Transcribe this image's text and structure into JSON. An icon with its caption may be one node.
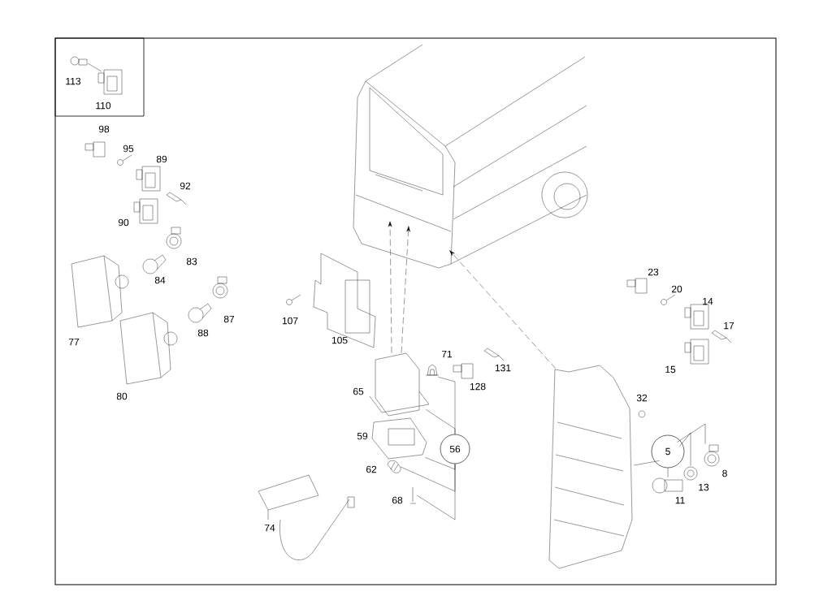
{
  "diagram": {
    "nodes": [
      {
        "text": [],
        "shape": "picture"
      },
      {
        "text": [],
        "shape": "picture"
      },
      {
        "text": [],
        "shape": "picture"
      },
      {
        "text": [
          "5"
        ]
      },
      {
        "text": [
          "56"
        ]
      },
      {
        "text": [],
        "shape": "picture"
      },
      {
        "text": [],
        "shape": "picture"
      },
      {
        "text": [],
        "shape": "picture"
      },
      {
        "text": [],
        "shape": "picture"
      },
      {
        "text": [],
        "shape": "picture"
      },
      {
        "text": [],
        "shape": "picture"
      },
      {
        "text": [],
        "shape": "picture"
      }
    ],
    "edges": [
      {
        "from": 1,
        "to": 0,
        "arrow": "to",
        "style": "dashed"
      },
      {
        "from": 1,
        "to": 0,
        "arrow": "to",
        "style": "dashed"
      },
      {
        "from": 2,
        "to": 0,
        "arrow": "to",
        "style": "dashed"
      },
      {
        "from": 3,
        "to": 2,
        "arrow": "none"
      },
      {
        "from": 3,
        "to": 9,
        "arrow": "none"
      },
      {
        "from": 3,
        "to": 10,
        "arrow": "none"
      },
      {
        "from": 3,
        "to": 11,
        "arrow": "none"
      },
      {
        "from": 4,
        "to": 1,
        "arrow": "none"
      },
      {
        "from": 4,
        "to": 5,
        "arrow": "none"
      },
      {
        "from": 4,
        "to": 6,
        "arrow": "none"
      },
      {
        "from": 4,
        "to": 7,
        "arrow": "none"
      },
      {
        "from": 4,
        "to": 8,
        "arrow": "none"
      }
    ],
    "labels": [
      "113",
      "110",
      "98",
      "95",
      "89",
      "92",
      "90",
      "83",
      "23",
      "84",
      "20",
      "14",
      "87",
      "107",
      "17",
      "77",
      "88",
      "105",
      "71",
      "131",
      "15",
      "128",
      "65",
      "80",
      "32",
      "59",
      "62",
      "8",
      "13",
      "68",
      "11",
      "74"
    ]
  }
}
